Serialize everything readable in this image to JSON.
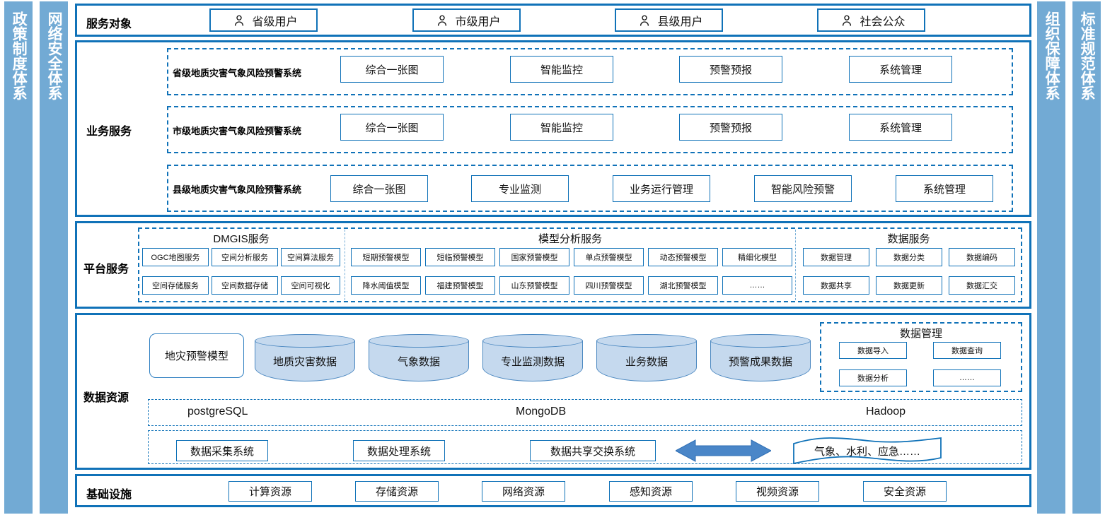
{
  "colors": {
    "brand_blue": "#1072b8",
    "bar_blue": "#72aad4",
    "cylinder_fill": "#c5d9ee",
    "cylinder_stroke": "#4a87c0",
    "arrow_blue": "#4a86c8"
  },
  "side_bars": {
    "left": [
      {
        "label": "政策制度体系"
      },
      {
        "label": "网络安全体系"
      }
    ],
    "right": [
      {
        "label": "组织保障体系"
      },
      {
        "label": "标准规范体系"
      }
    ]
  },
  "service_objects": {
    "label": "服务对象",
    "users": [
      {
        "label": "省级用户",
        "icon": "person-icon"
      },
      {
        "label": "市级用户",
        "icon": "person-icon"
      },
      {
        "label": "县级用户",
        "icon": "person-icon"
      },
      {
        "label": "社会公众",
        "icon": "person-icon"
      }
    ]
  },
  "business_services": {
    "label": "业务服务",
    "rows": [
      {
        "system": "省级地质灾害气象风险预警系统",
        "modules": [
          "综合一张图",
          "智能监控",
          "预警预报",
          "系统管理"
        ]
      },
      {
        "system": "市级地质灾害气象风险预警系统",
        "modules": [
          "综合一张图",
          "智能监控",
          "预警预报",
          "系统管理"
        ]
      },
      {
        "system": "县级地质灾害气象风险预警系统",
        "modules": [
          "综合一张图",
          "专业监测",
          "业务运行管理",
          "智能风险预警",
          "系统管理"
        ]
      }
    ]
  },
  "platform_services": {
    "label": "平台服务",
    "groups": [
      {
        "title": "DMGIS服务",
        "row1": [
          "OGC地图服务",
          "空间分析服务",
          "空间算法服务"
        ],
        "row2": [
          "空间存储服务",
          "空间数据存储",
          "空间可视化"
        ]
      },
      {
        "title": "模型分析服务",
        "row1": [
          "短期预警模型",
          "短临预警模型",
          "国家预警模型",
          "单点预警模型",
          "动态预警模型",
          "精细化模型"
        ],
        "row2": [
          "降水阈值模型",
          "福建预警模型",
          "山东预警模型",
          "四川预警模型",
          "湖北预警模型",
          "……"
        ]
      },
      {
        "title": "数据服务",
        "row1": [
          "数据管理",
          "数据分类",
          "数据编码"
        ],
        "row2": [
          "数据共享",
          "数据更新",
          "数据汇交"
        ]
      }
    ]
  },
  "data_resources": {
    "label": "数据资源",
    "model_box": "地灾预警模型",
    "cylinders": [
      {
        "label": "地质灾害数据"
      },
      {
        "label": "气象数据"
      },
      {
        "label": "专业监测数据"
      },
      {
        "label": "业务数据"
      },
      {
        "label": "预警成果数据"
      }
    ],
    "data_management": {
      "title": "数据管理",
      "items": [
        "数据导入",
        "数据查询",
        "数据分析",
        "……"
      ]
    },
    "storage": [
      "postgreSQL",
      "MongoDB",
      "Hadoop"
    ],
    "pipeline": {
      "systems": [
        "数据采集系统",
        "数据处理系统",
        "数据共享交换系统"
      ],
      "arrow_icon": "double-arrow-icon",
      "external": "气象、水利、应急……"
    }
  },
  "infrastructure": {
    "label": "基础设施",
    "items": [
      "计算资源",
      "存储资源",
      "网络资源",
      "感知资源",
      "视频资源",
      "安全资源"
    ]
  }
}
